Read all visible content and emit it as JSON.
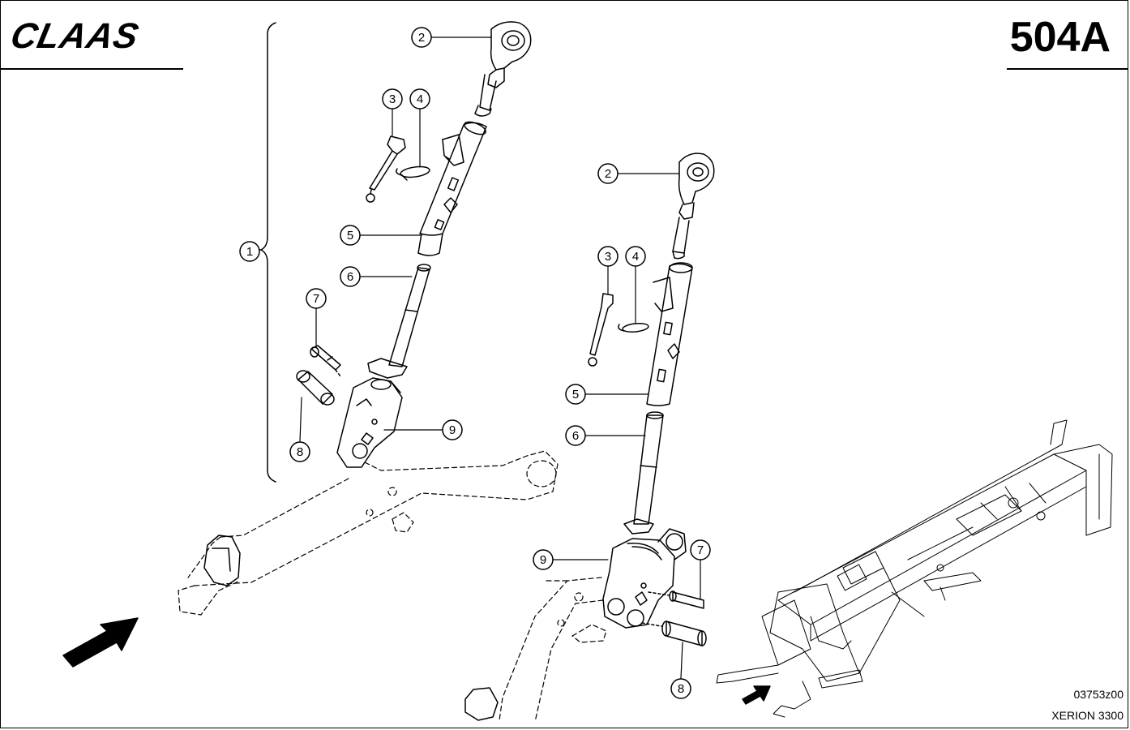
{
  "header": {
    "brand": "CLAAS",
    "page_code": "504A"
  },
  "footer": {
    "drawing_number": "03753z00",
    "model": "XERION 3300"
  },
  "callouts": {
    "group_1": "1",
    "a2": "2",
    "a3": "3",
    "a4": "4",
    "a5": "5",
    "a6": "6",
    "a7": "7",
    "a8": "8",
    "a9": "9",
    "b2": "2",
    "b3": "3",
    "b4": "4",
    "b5": "5",
    "b6": "6",
    "b7": "7",
    "b8": "8",
    "b9": "9"
  },
  "icons": [
    "direction-arrow-icon",
    "claas-logo"
  ]
}
